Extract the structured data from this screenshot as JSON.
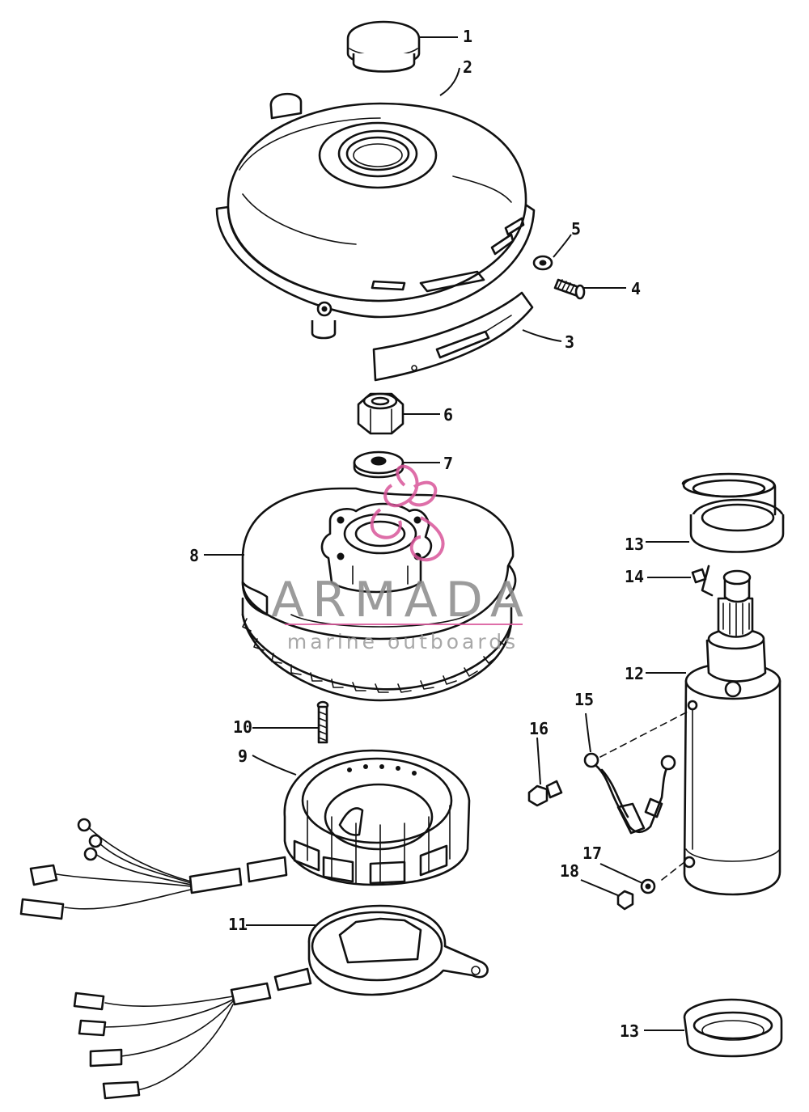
{
  "callouts": [
    {
      "id": "1",
      "label": "1"
    },
    {
      "id": "2",
      "label": "2"
    },
    {
      "id": "3",
      "label": "3"
    },
    {
      "id": "4",
      "label": "4"
    },
    {
      "id": "5",
      "label": "5"
    },
    {
      "id": "6",
      "label": "6"
    },
    {
      "id": "7",
      "label": "7"
    },
    {
      "id": "8",
      "label": "8"
    },
    {
      "id": "9",
      "label": "9"
    },
    {
      "id": "10",
      "label": "10"
    },
    {
      "id": "11",
      "label": "11"
    },
    {
      "id": "12",
      "label": "12"
    },
    {
      "id": "13a",
      "label": "13"
    },
    {
      "id": "13b",
      "label": "13"
    },
    {
      "id": "14",
      "label": "14"
    },
    {
      "id": "15",
      "label": "15"
    },
    {
      "id": "16",
      "label": "16"
    },
    {
      "id": "17",
      "label": "17"
    },
    {
      "id": "18",
      "label": "18"
    }
  ],
  "watermark": {
    "title": "ARMADA",
    "subtitle": "marine outboards",
    "accent_color": "#d9559a",
    "text_color": "#8a8a8a"
  },
  "colors": {
    "ink": "#111111",
    "background": "#ffffff"
  }
}
